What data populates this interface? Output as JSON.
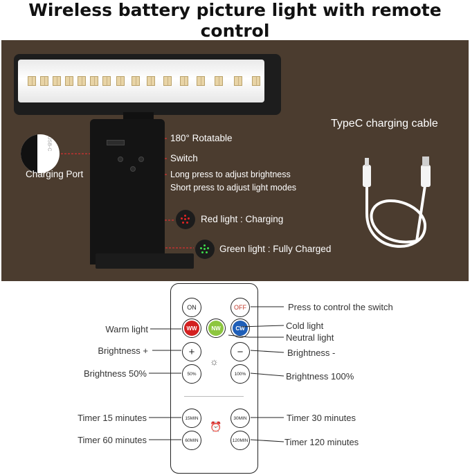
{
  "title": "Wireless battery picture light with remote control",
  "product": {
    "labels": {
      "rotatable": "180° Rotatable",
      "switch": "Switch",
      "long_press": "Long press to adjust brightness",
      "short_press": "Short press to adjust light modes",
      "red_light": "Red light : Charging",
      "green_light": "Green light : Fully Charged",
      "charging_port": "Charging Port",
      "cable": "TypeC charging cable",
      "port_text": "USB-C"
    }
  },
  "remote": {
    "buttons": {
      "on": "ON",
      "off": "OFF",
      "ww": "WW",
      "nw": "NW",
      "cw": "CW",
      "plus": "+",
      "minus": "−",
      "b50": "50%",
      "b100": "100%",
      "t15": "15MIN",
      "t30": "30MIN",
      "t60": "60MIN",
      "t120": "120MIN"
    },
    "labels": {
      "switch": "Press to control the switch",
      "warm": "Warm light",
      "cold": "Cold light",
      "neutral": "Neutral light",
      "bplus": "Brightness +",
      "bminus": "Brightness -",
      "b50": "Brightness 50%",
      "b100": "Brightness 100%",
      "t15": "Timer 15 minutes",
      "t30": "Timer 30 minutes",
      "t60": "Timer 60 minutes",
      "t120": "Timer 120 minutes"
    }
  },
  "colors": {
    "panel": "#4b3c2f",
    "warm": "#d32020",
    "neutral": "#8dc63f",
    "cold": "#1f5fb8",
    "red_led": "#e02424",
    "green_led": "#3ddc4a",
    "off_text": "#c0392b"
  }
}
